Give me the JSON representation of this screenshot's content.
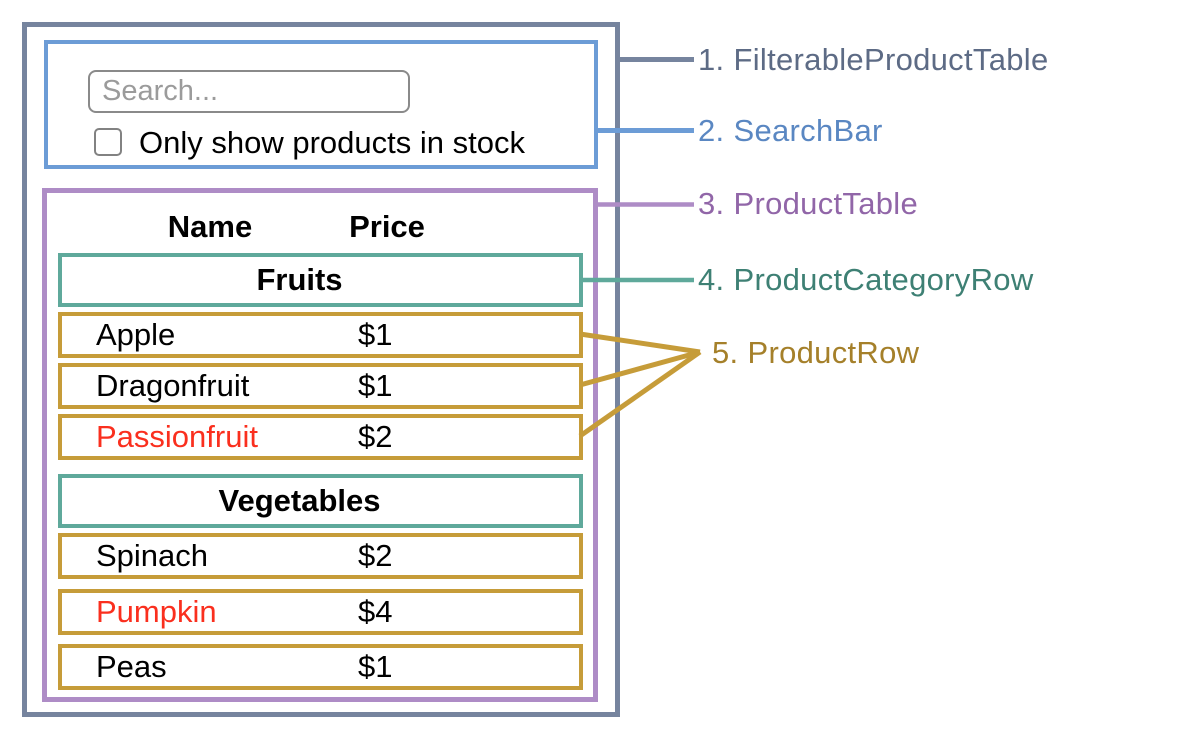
{
  "diagram": {
    "search_bar": {
      "search_placeholder": "Search...",
      "checkbox_label": "Only show products in stock",
      "checkbox_checked": false
    },
    "product_table": {
      "headers": {
        "name": "Name",
        "price": "Price"
      },
      "sections": [
        {
          "category": "Fruits",
          "products": [
            {
              "name": "Apple",
              "price": "$1",
              "in_stock": true
            },
            {
              "name": "Dragonfruit",
              "price": "$1",
              "in_stock": true
            },
            {
              "name": "Passionfruit",
              "price": "$2",
              "in_stock": false
            }
          ]
        },
        {
          "category": "Vegetables",
          "products": [
            {
              "name": "Spinach",
              "price": "$2",
              "in_stock": true
            },
            {
              "name": "Pumpkin",
              "price": "$4",
              "in_stock": false
            },
            {
              "name": "Peas",
              "price": "$1",
              "in_stock": true
            }
          ]
        }
      ]
    }
  },
  "legend": {
    "items": [
      {
        "number": "1.",
        "name": "FilterableProductTable",
        "color": "#5d6b85"
      },
      {
        "number": "2.",
        "name": "SearchBar",
        "color": "#5a87c2"
      },
      {
        "number": "3.",
        "name": "ProductTable",
        "color": "#9166a8"
      },
      {
        "number": "4.",
        "name": "ProductCategoryRow",
        "color": "#3e8074"
      },
      {
        "number": "5.",
        "name": "ProductRow",
        "color": "#a5802a"
      }
    ]
  },
  "colors": {
    "filterable_product_table_border": "#76849e",
    "search_bar_border": "#6c9cd6",
    "product_table_border": "#ae8cc6",
    "product_category_row_border": "#5fa99b",
    "product_row_border": "#c69c39",
    "out_of_stock_text": "#fa2f1e",
    "background": "#ffffff"
  }
}
